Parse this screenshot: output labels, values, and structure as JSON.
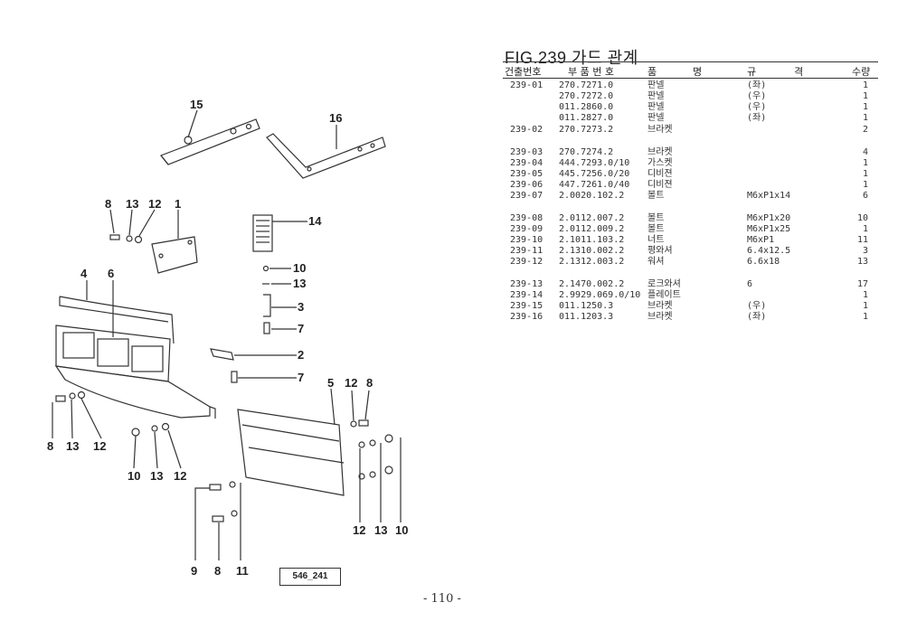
{
  "figure": {
    "title": "FIG.239 가드 관계"
  },
  "table": {
    "headers": {
      "code": "건출번호",
      "part_no": "부 품 번 호",
      "name": "품",
      "name2": "명",
      "spec": "규",
      "spec2": "격",
      "qty": "수량"
    },
    "rows": [
      {
        "code": "239-01",
        "part": "270.7271.0",
        "name": "판넬",
        "spec": "(좌)",
        "qty": "1"
      },
      {
        "code": "",
        "part": "270.7272.0",
        "name": "판넬",
        "spec": "(우)",
        "qty": "1"
      },
      {
        "code": "",
        "part": "011.2860.0",
        "name": "판넬",
        "spec": "(우)",
        "qty": "1"
      },
      {
        "code": "",
        "part": "011.2827.0",
        "name": "판넬",
        "spec": "(좌)",
        "qty": "1"
      },
      {
        "code": "239-02",
        "part": "270.7273.2",
        "name": "브라켓",
        "spec": "",
        "qty": "2"
      },
      {
        "code": "239-03",
        "part": "270.7274.2",
        "name": "브라켓",
        "spec": "",
        "qty": "4"
      },
      {
        "code": "239-04",
        "part": "444.7293.0/10",
        "name": "가스켓",
        "spec": "",
        "qty": "1"
      },
      {
        "code": "239-05",
        "part": "445.7256.0/20",
        "name": "디비젼",
        "spec": "",
        "qty": "1"
      },
      {
        "code": "239-06",
        "part": "447.7261.0/40",
        "name": "디비젼",
        "spec": "",
        "qty": "1"
      },
      {
        "code": "239-07",
        "part": "2.0020.102.2",
        "name": "볼트",
        "spec": "M6xP1x14",
        "qty": "6"
      },
      {
        "code": "239-08",
        "part": "2.0112.007.2",
        "name": "볼트",
        "spec": "M6xP1x20",
        "qty": "10"
      },
      {
        "code": "239-09",
        "part": "2.0112.009.2",
        "name": "볼트",
        "spec": "M6xP1x25",
        "qty": "1"
      },
      {
        "code": "239-10",
        "part": "2.1011.103.2",
        "name": "너트",
        "spec": "M6xP1",
        "qty": "11"
      },
      {
        "code": "239-11",
        "part": "2.1310.002.2",
        "name": "평와셔",
        "spec": "6.4x12.5",
        "qty": "3"
      },
      {
        "code": "239-12",
        "part": "2.1312.003.2",
        "name": "워셔",
        "spec": "6.6x18",
        "qty": "13"
      },
      {
        "code": "239-13",
        "part": "2.1470.002.2",
        "name": "로크와셔",
        "spec": "6",
        "qty": "17"
      },
      {
        "code": "239-14",
        "part": "2.9929.069.0/10",
        "name": "플레이트",
        "spec": "",
        "qty": "1"
      },
      {
        "code": "239-15",
        "part": "011.1250.3",
        "name": "브라켓",
        "spec": "(우)",
        "qty": "1"
      },
      {
        "code": "239-16",
        "part": "011.1203.3",
        "name": "브라켓",
        "spec": "(좌)",
        "qty": "1"
      }
    ]
  },
  "callouts": {
    "c15": "15",
    "c16": "16",
    "c8a": "8",
    "c13a": "13",
    "c12a": "12",
    "c1": "1",
    "c14": "14",
    "c10a": "10",
    "c13b": "13",
    "c3": "3",
    "c7a": "7",
    "c4": "4",
    "c6": "6",
    "c2": "2",
    "c7b": "7",
    "c5": "5",
    "c12b": "12",
    "c8b": "8",
    "c8c": "8",
    "c13c": "13",
    "c12c": "12",
    "c10b": "10",
    "c13d": "13",
    "c12d": "12",
    "c12e": "12",
    "c13e": "13",
    "c10c": "10",
    "c9": "9",
    "c8d": "8",
    "c11": "11"
  },
  "drawing_ref": "546_241",
  "page_number": "- 110 -"
}
